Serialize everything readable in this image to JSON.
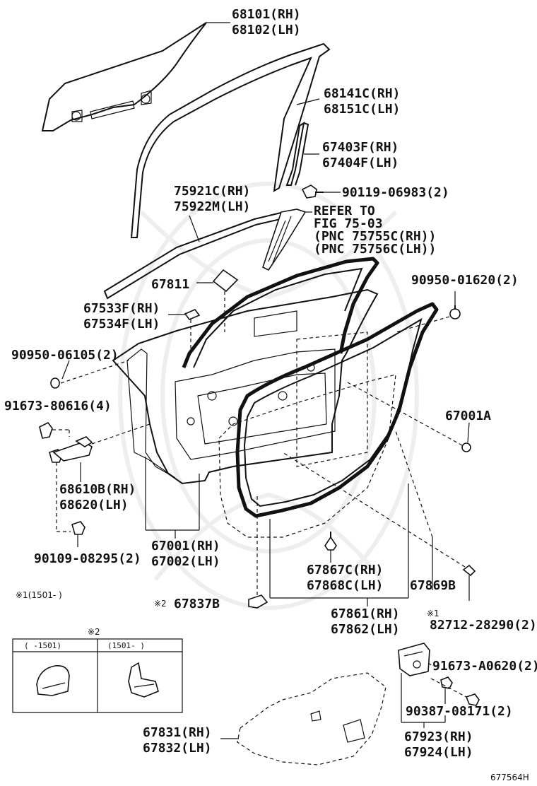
{
  "diagram_id": "677564H",
  "callouts": {
    "glass_rh": "68101(RH)",
    "glass_lh": "68102(LH)",
    "run_rh": "68141C(RH)",
    "run_lh": "68151C(LH)",
    "channel_rh": "67403F(RH)",
    "channel_lh": "67404F(LH)",
    "bolt_06983": "90119-06983(2)",
    "belt_rh": "75921C(RH)",
    "belt_lh": "75922M(LH)",
    "refer_1": "REFER TO",
    "refer_2": "FIG 75-03",
    "refer_3": "(PNC 75755C(RH))",
    "refer_4": "(PNC 75756C(LH))",
    "seal_67811": "67811",
    "clip_01620": "90950-01620(2)",
    "hole_rh": "67533F(RH)",
    "hole_lh": "67534F(LH)",
    "plug_06105": "90950-06105(2)",
    "bolt_80616": "91673-80616(4)",
    "cover_67001a": "67001A",
    "hinge_rh": "68610B(RH)",
    "hinge_lh": "68620(LH)",
    "panel_rh": "67001(RH)",
    "panel_lh": "67002(LH)",
    "bolt_08295": "90109-08295(2)",
    "clip_rh": "67867C(RH)",
    "clip_lh": "67868C(LH)",
    "service_67869b": "67869B",
    "note1": "※1(1501-     )",
    "note2_mark": "※2",
    "grommet_67837b": "67837B",
    "wstrip_rh": "67861(RH)",
    "wstrip_lh": "67862(LH)",
    "note1_mark": "※1",
    "sensor_28290": "82712-28290(2)",
    "inset_title": "※2",
    "inset_col1": "(     -1501)",
    "inset_col2": "(1501-     )",
    "bolt_a0620": "91673-A0620(2)",
    "screw_08171": "90387-08171(2)",
    "cover_rh": "67831(RH)",
    "cover_lh": "67832(LH)",
    "lock_rh": "67923(RH)",
    "lock_lh": "67924(LH)"
  }
}
